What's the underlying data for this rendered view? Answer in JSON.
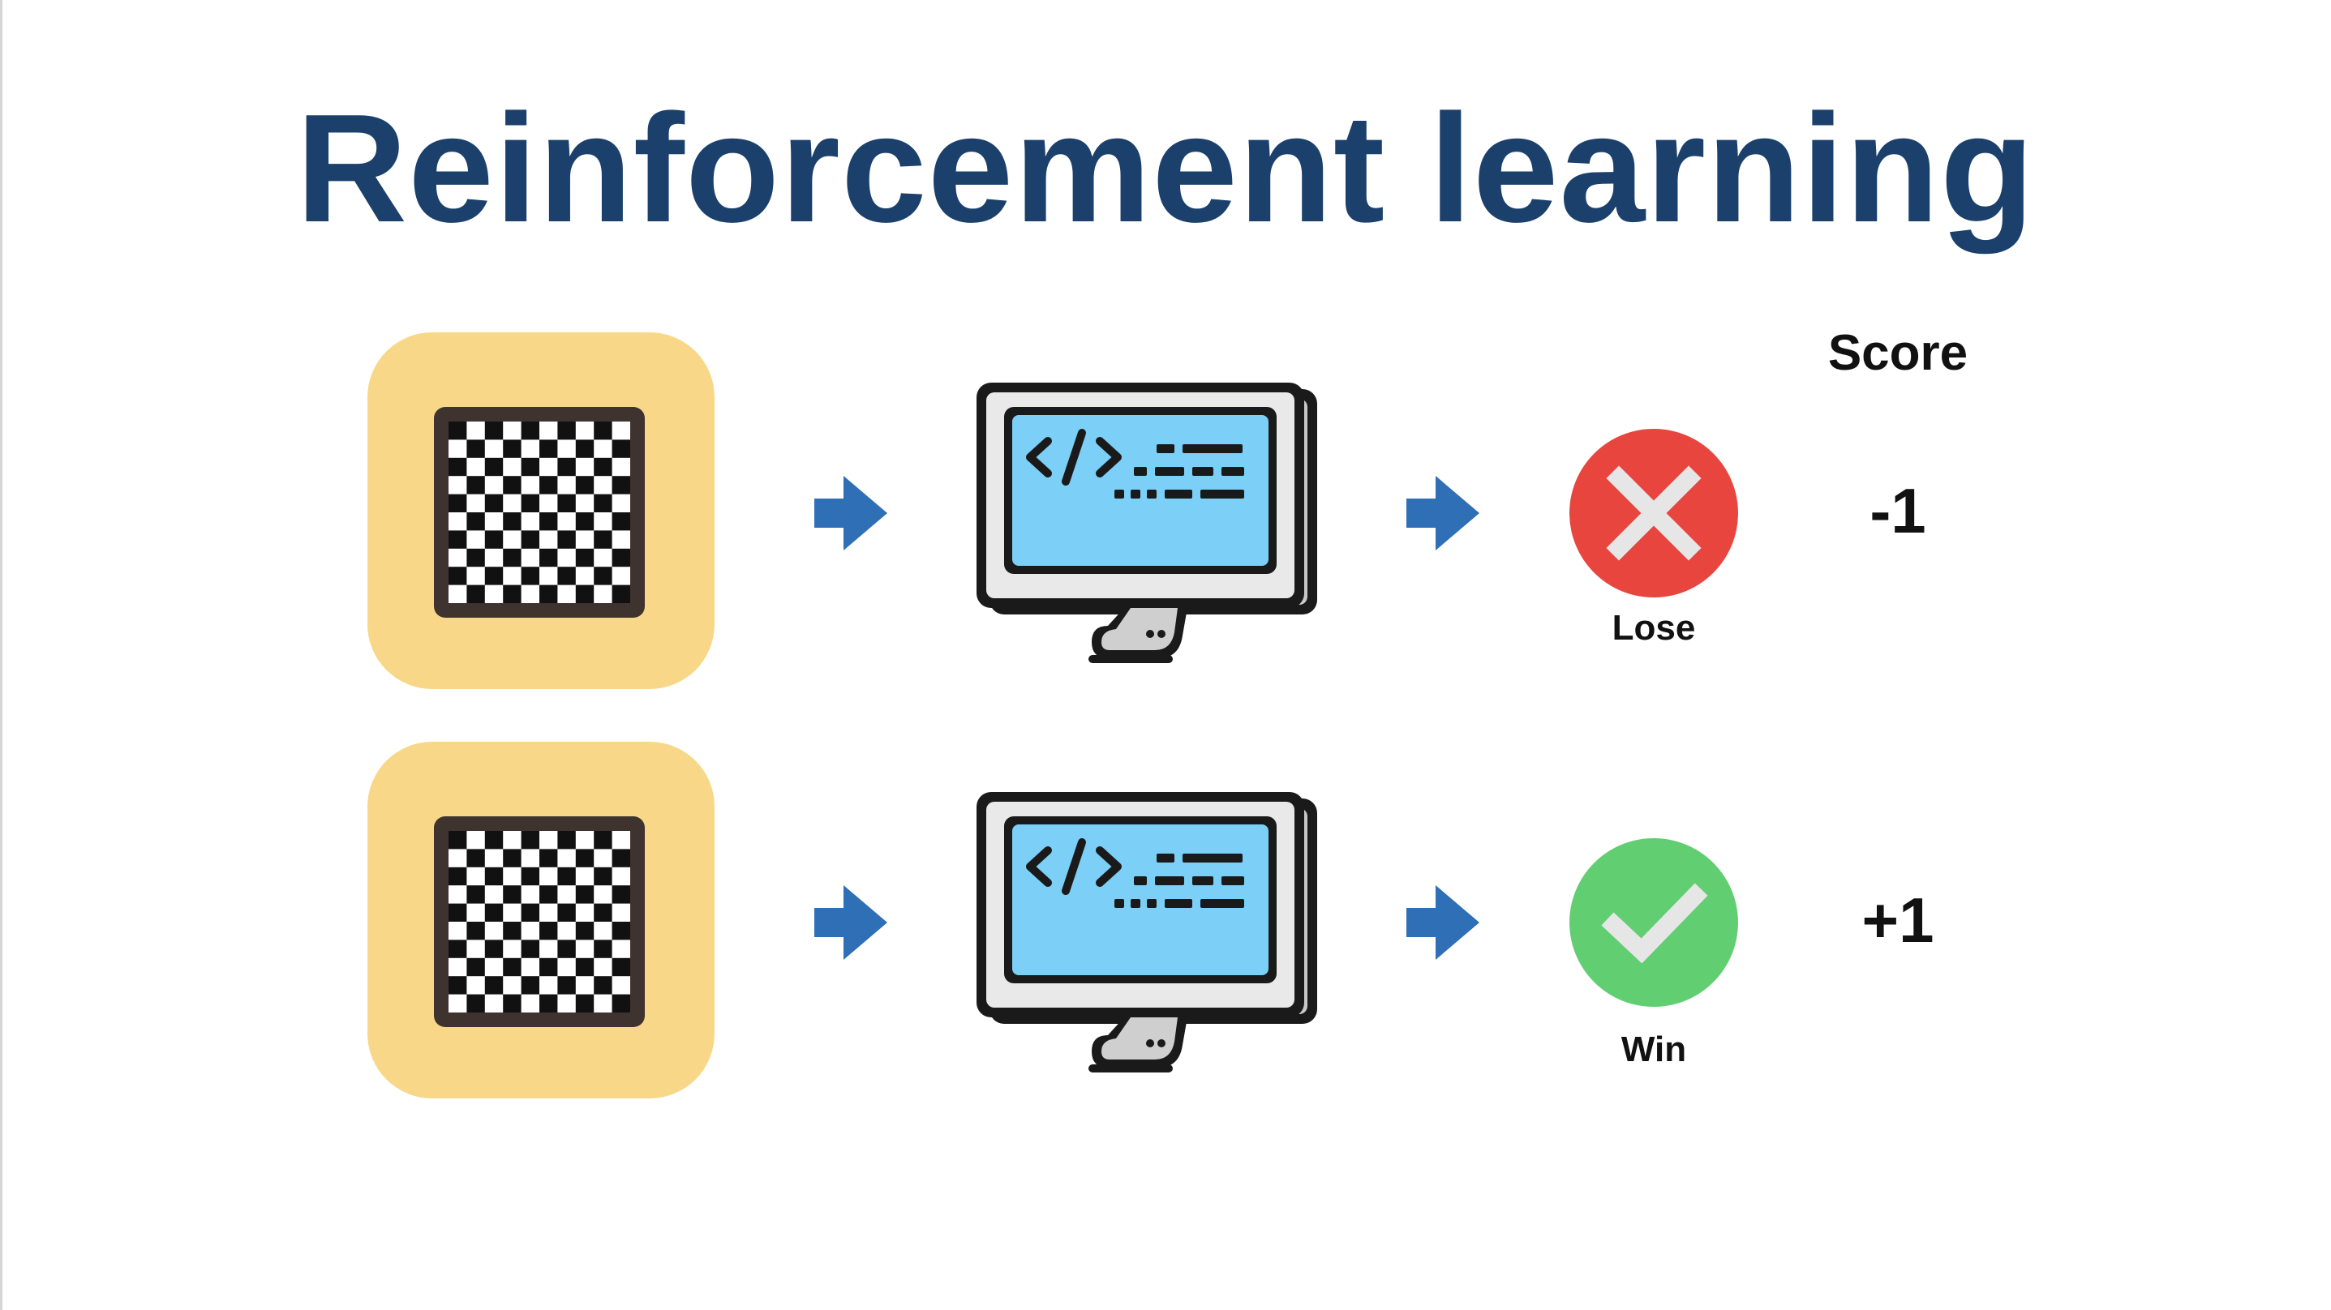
{
  "title": "Reinforcement learning",
  "score_header": "Score",
  "icons": {
    "board": "chessboard-icon",
    "arrow": "arrow-right-icon",
    "computer": "code-monitor-icon",
    "lose": "x-circle-icon",
    "win": "check-circle-icon"
  },
  "colors": {
    "title": "#1b406c",
    "tile": "#f8d888",
    "arrow": "#2e6fb5",
    "screen": "#7ccff7",
    "lose": "#e8453f",
    "win": "#62ce72"
  },
  "rows": [
    {
      "result": "Lose",
      "result_icon": "x-circle-icon",
      "score": "-1"
    },
    {
      "result": "Win",
      "result_icon": "check-circle-icon",
      "score": "+1"
    }
  ]
}
